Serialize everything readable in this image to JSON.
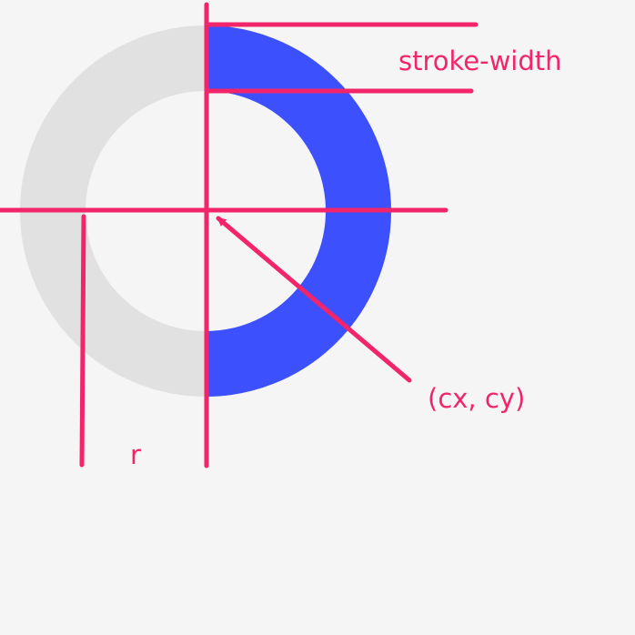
{
  "colors": {
    "background": "#f5f5f6",
    "track": "#e1e1e1",
    "progress": "#3d50fd",
    "annotation": "#f2246a"
  },
  "ring": {
    "progress_fraction": 0.5
  },
  "labels": {
    "stroke_width": "stroke-width",
    "center": "(cx, cy)",
    "radius": "r"
  }
}
